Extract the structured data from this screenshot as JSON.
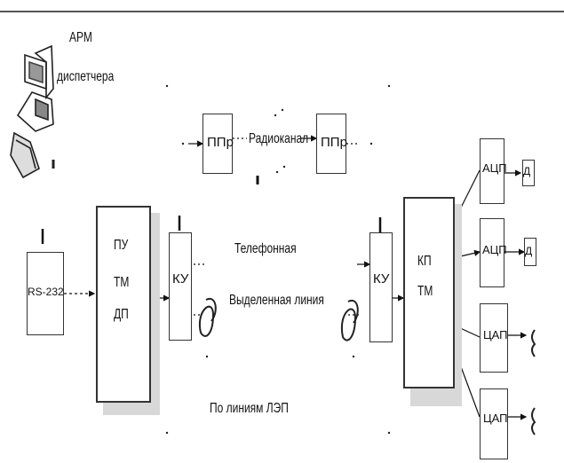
{
  "workstation": {
    "line1": "АРМ",
    "line2": "диспетчера"
  },
  "blocks": {
    "ppr_left": "ППр",
    "ppr_right": "ППр",
    "rs232": "RS-232",
    "pu": [
      "ПУ",
      "ТМ",
      "ДП"
    ],
    "ku_left": "КУ",
    "ku_right": "КУ",
    "kp": [
      "КП",
      "ТМ"
    ],
    "adc_1": "АЦП",
    "adc_2": "АЦП",
    "dac_1": "ЦАП",
    "dac_2": "ЦАП",
    "sensor_1": "Д",
    "sensor_2": "Д"
  },
  "channels": {
    "radio": "Радиоканал",
    "telephone": "Телефонная",
    "dedicated": "Выделенная линия",
    "power_line": "По линиям ЛЭП"
  }
}
